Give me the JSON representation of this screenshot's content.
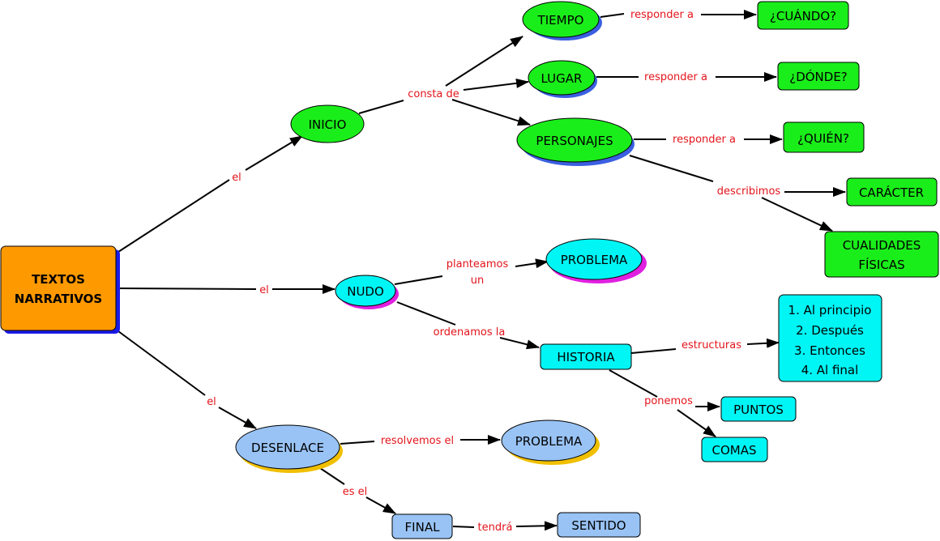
{
  "title": "TEXTOS NARRATIVOS",
  "colors": {
    "root_fill": "#ff9900",
    "root_shadow": "#1a1ae6",
    "green": "#1aee1a",
    "green_shadow": "#3a5fe0",
    "cyan": "#00f5f5",
    "cyan_shadow": "#e020e0",
    "blue": "#99c3f5",
    "blue_shadow": "#f0c000",
    "link_text": "#e3141b"
  },
  "nodes": {
    "root": {
      "lines": [
        "TEXTOS",
        "NARRATIVOS"
      ]
    },
    "inicio": {
      "label": "INICIO"
    },
    "tiempo": {
      "label": "TIEMPO"
    },
    "lugar": {
      "label": "LUGAR"
    },
    "personajes": {
      "label": "PERSONAJES"
    },
    "cuando": {
      "label": "¿CUÁNDO?"
    },
    "donde": {
      "label": "¿DÓNDE?"
    },
    "quien": {
      "label": "¿QUIÉN?"
    },
    "caracter": {
      "label": "CARÁCTER"
    },
    "cualidades": {
      "lines": [
        "CUALIDADES",
        "FÍSICAS"
      ]
    },
    "nudo": {
      "label": "NUDO"
    },
    "problema_nudo": {
      "label": "PROBLEMA"
    },
    "historia": {
      "label": "HISTORIA"
    },
    "estructura": {
      "lines": [
        "1. Al principio",
        "2. Después",
        "3. Entonces",
        "4. Al final"
      ]
    },
    "puntos": {
      "label": "PUNTOS"
    },
    "comas": {
      "label": "COMAS"
    },
    "desenlace": {
      "label": "DESENLACE"
    },
    "problema_desenlace": {
      "label": "PROBLEMA"
    },
    "final": {
      "label": "FINAL"
    },
    "sentido": {
      "label": "SENTIDO"
    }
  },
  "links": {
    "el_inicio": "el",
    "el_nudo": "el",
    "el_desenlace": "el",
    "consta_de": "consta de",
    "responder_tiempo": "responder a",
    "responder_lugar": "responder a",
    "responder_personajes": "responder a",
    "describimos": "describimos",
    "planteamos": [
      "planteamos",
      "un"
    ],
    "ordenamos": "ordenamos la",
    "estructuras": "estructuras",
    "ponemos": "ponemos",
    "resolvemos": "resolvemos el",
    "es_el": "es el",
    "tendra": "tendrá"
  }
}
